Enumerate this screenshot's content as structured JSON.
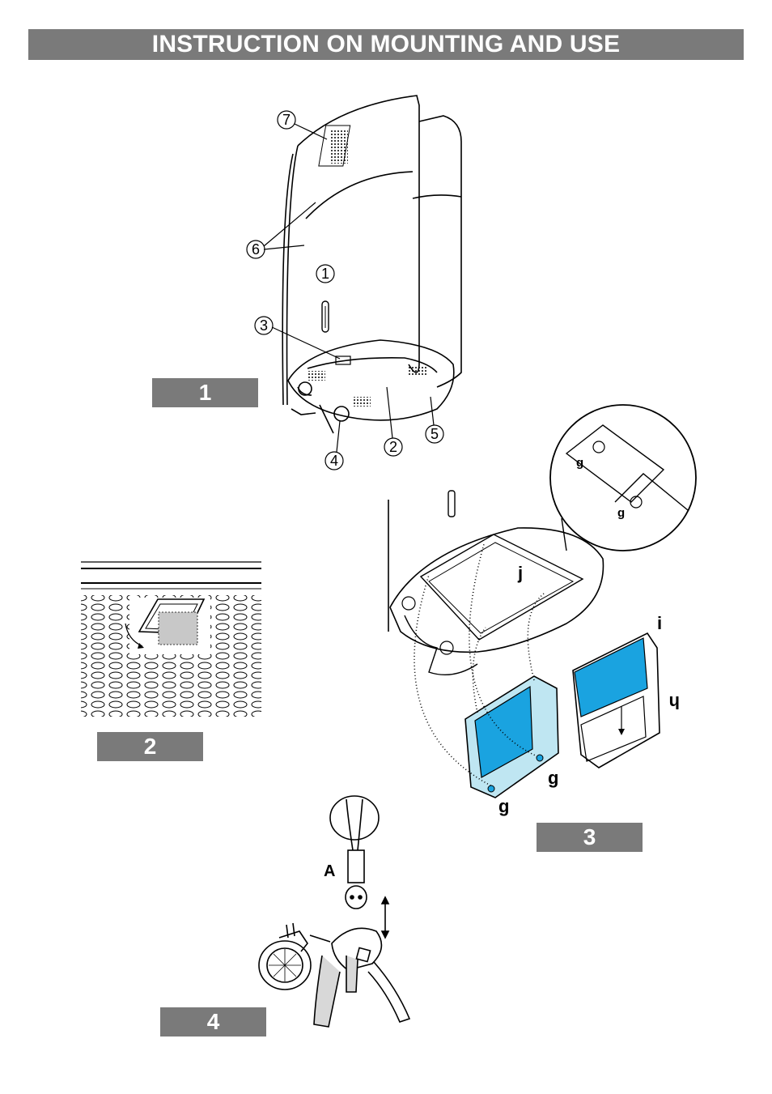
{
  "header": {
    "title": "INSTRUCTION ON MOUNTING AND USE"
  },
  "figures": [
    {
      "id": "fig1",
      "badge": "1"
    },
    {
      "id": "fig2",
      "badge": "2"
    },
    {
      "id": "fig3",
      "badge": "3"
    },
    {
      "id": "fig4",
      "badge": "4"
    }
  ],
  "fig1_callouts": [
    "7",
    "6",
    "1",
    "3",
    "4",
    "2",
    "5"
  ],
  "fig3_labels": {
    "j": "j",
    "i": "i",
    "h": "h",
    "g": "g"
  },
  "fig4_labels": {
    "a": "A"
  },
  "colors": {
    "bar": "#7a7a7a",
    "filter_blue": "#1aa3e0",
    "frame_light": "#bfe6f2"
  }
}
